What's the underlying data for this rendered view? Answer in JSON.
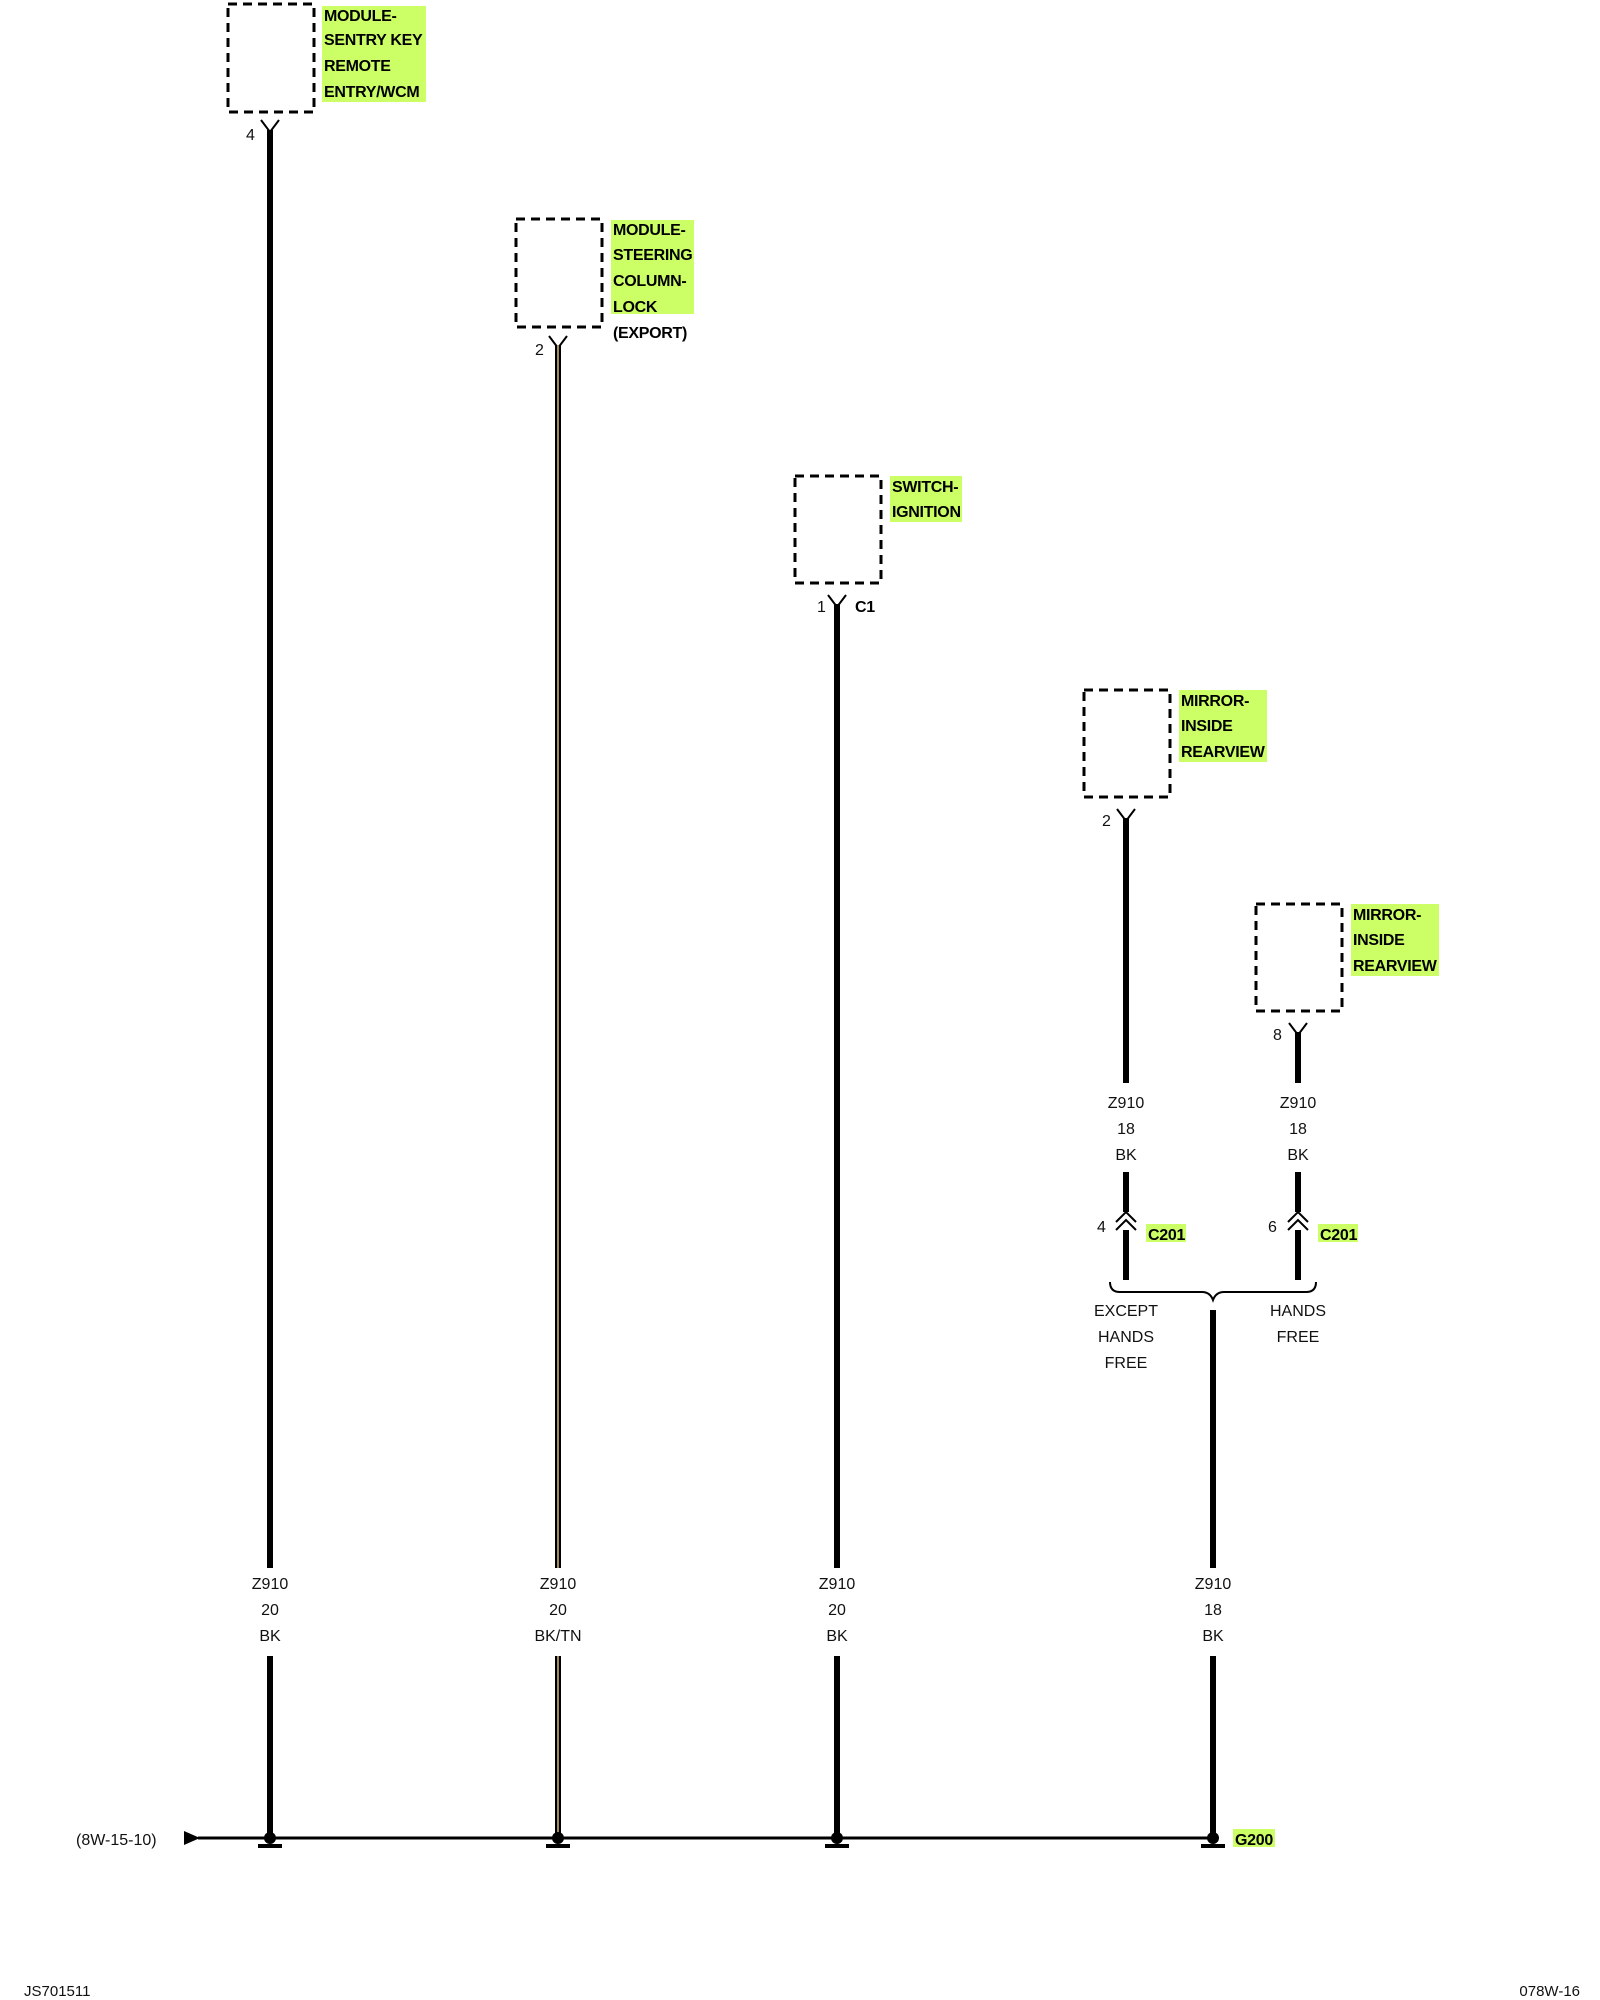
{
  "components": {
    "sentry": {
      "lines": [
        "MODULE-",
        "SENTRY KEY",
        "REMOTE",
        "ENTRY/WCM"
      ],
      "pin": "4"
    },
    "steering": {
      "lines": [
        "MODULE-",
        "STEERING",
        "COLUMN-",
        "LOCK"
      ],
      "note": "(EXPORT)",
      "pin": "2"
    },
    "ignition": {
      "lines": [
        "SWITCH-",
        "IGNITION"
      ],
      "pin": "1",
      "connector": "C1"
    },
    "mirror1": {
      "lines": [
        "MIRROR-",
        "INSIDE",
        "REARVIEW"
      ],
      "pin": "2"
    },
    "mirror2": {
      "lines": [
        "MIRROR-",
        "INSIDE",
        "REARVIEW"
      ],
      "pin": "8"
    }
  },
  "wires": {
    "w1": {
      "circuit": "Z910",
      "gauge": "20",
      "color": "BK"
    },
    "w2": {
      "circuit": "Z910",
      "gauge": "20",
      "color": "BK/TN"
    },
    "w3": {
      "circuit": "Z910",
      "gauge": "20",
      "color": "BK"
    },
    "w4": {
      "circuit": "Z910",
      "gauge": "18",
      "color": "BK"
    },
    "m1": {
      "circuit": "Z910",
      "gauge": "18",
      "color": "BK"
    },
    "m2": {
      "circuit": "Z910",
      "gauge": "18",
      "color": "BK"
    }
  },
  "connectors": {
    "c201a": {
      "pin": "4",
      "name": "C201"
    },
    "c201b": {
      "pin": "6",
      "name": "C201"
    }
  },
  "options": {
    "except": [
      "EXCEPT",
      "HANDS",
      "FREE"
    ],
    "hands": [
      "HANDS",
      "FREE"
    ]
  },
  "ground": {
    "name": "G200",
    "ref": "(8W-15-10)"
  },
  "footer": {
    "left": "JS701511",
    "right": "078W-16"
  },
  "colors": {
    "highlight": "#ccff66",
    "tan_stripe": "#c8b070",
    "wire": "#000000"
  }
}
